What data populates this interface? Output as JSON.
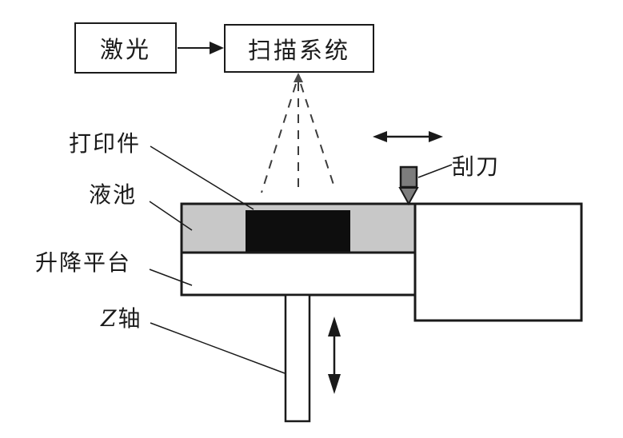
{
  "flow": {
    "laser_label": "激光",
    "scanner_label": "扫描系统"
  },
  "labels": {
    "printed_part": "打印件",
    "liquid_pool": "液池",
    "lift_platform": "升降平台",
    "z_axis": "Z轴",
    "scraper": "刮刀"
  },
  "colors": {
    "background": "#ffffff",
    "line": "#1a1a1a",
    "pool_fill": "#c8c8c8",
    "part_fill": "#0e0e0e",
    "scraper_fill": "#7d7d7d",
    "box_fill": "#ffffff"
  }
}
